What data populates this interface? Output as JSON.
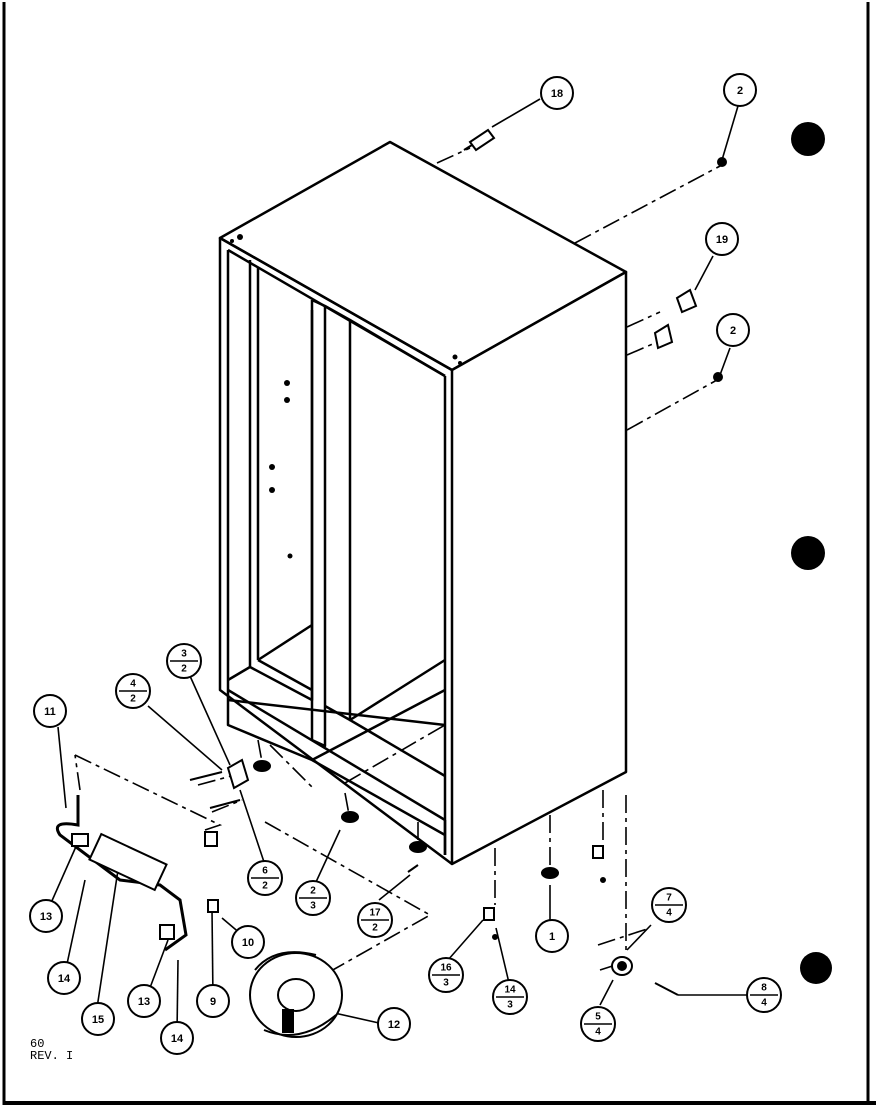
{
  "callouts": [
    {
      "id": "c18",
      "label": "18"
    },
    {
      "id": "c2a",
      "label": "2"
    },
    {
      "id": "c19",
      "label": "19"
    },
    {
      "id": "c2b",
      "label": "2"
    },
    {
      "id": "c11",
      "label": "11"
    },
    {
      "id": "c4-2",
      "num": "4",
      "den": "2"
    },
    {
      "id": "c3-2",
      "num": "3",
      "den": "2"
    },
    {
      "id": "c6-2",
      "num": "6",
      "den": "2"
    },
    {
      "id": "c2-3",
      "num": "2",
      "den": "3"
    },
    {
      "id": "c17-2",
      "num": "17",
      "den": "2"
    },
    {
      "id": "c1",
      "label": "1"
    },
    {
      "id": "c16-3",
      "num": "16",
      "den": "3"
    },
    {
      "id": "c14-3",
      "num": "14",
      "den": "3"
    },
    {
      "id": "c7-4",
      "num": "7",
      "den": "4"
    },
    {
      "id": "c8-4",
      "num": "8",
      "den": "4"
    },
    {
      "id": "c5-4",
      "num": "5",
      "den": "4"
    },
    {
      "id": "c13a",
      "label": "13"
    },
    {
      "id": "c14a",
      "label": "14"
    },
    {
      "id": "c15",
      "label": "15"
    },
    {
      "id": "c13b",
      "label": "13"
    },
    {
      "id": "c14b",
      "label": "14"
    },
    {
      "id": "c9",
      "label": "9"
    },
    {
      "id": "c10",
      "label": "10"
    },
    {
      "id": "c12",
      "label": "12"
    }
  ],
  "footer": {
    "line1": "60",
    "line2": "REV. I"
  }
}
